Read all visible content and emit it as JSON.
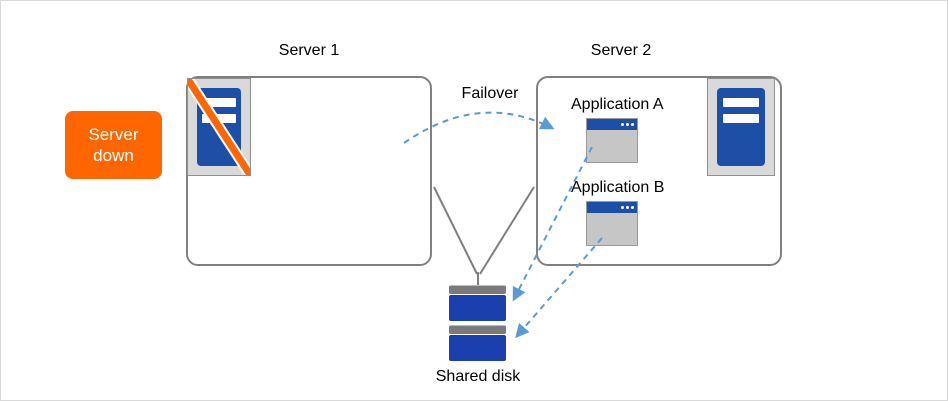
{
  "badge": {
    "label": "Server down"
  },
  "server1": {
    "label": "Server 1"
  },
  "server2": {
    "label": "Server 2"
  },
  "applications": {
    "a": "Application A",
    "b": "Application B"
  },
  "failover": {
    "label": "Failover"
  },
  "shared_disk": {
    "label": "Shared disk"
  },
  "colors": {
    "badge_orange": "#ff6600",
    "server_blue": "#1d4fa6",
    "disk_blue": "#1c3fae",
    "window_titlebar_blue": "#1d4fa6",
    "window_body_gray": "#c6c6c6",
    "arrow_blue": "#5b9bd5",
    "connector_gray": "#7f7f7f",
    "icon_frame_gray": "#d9d9d9"
  }
}
